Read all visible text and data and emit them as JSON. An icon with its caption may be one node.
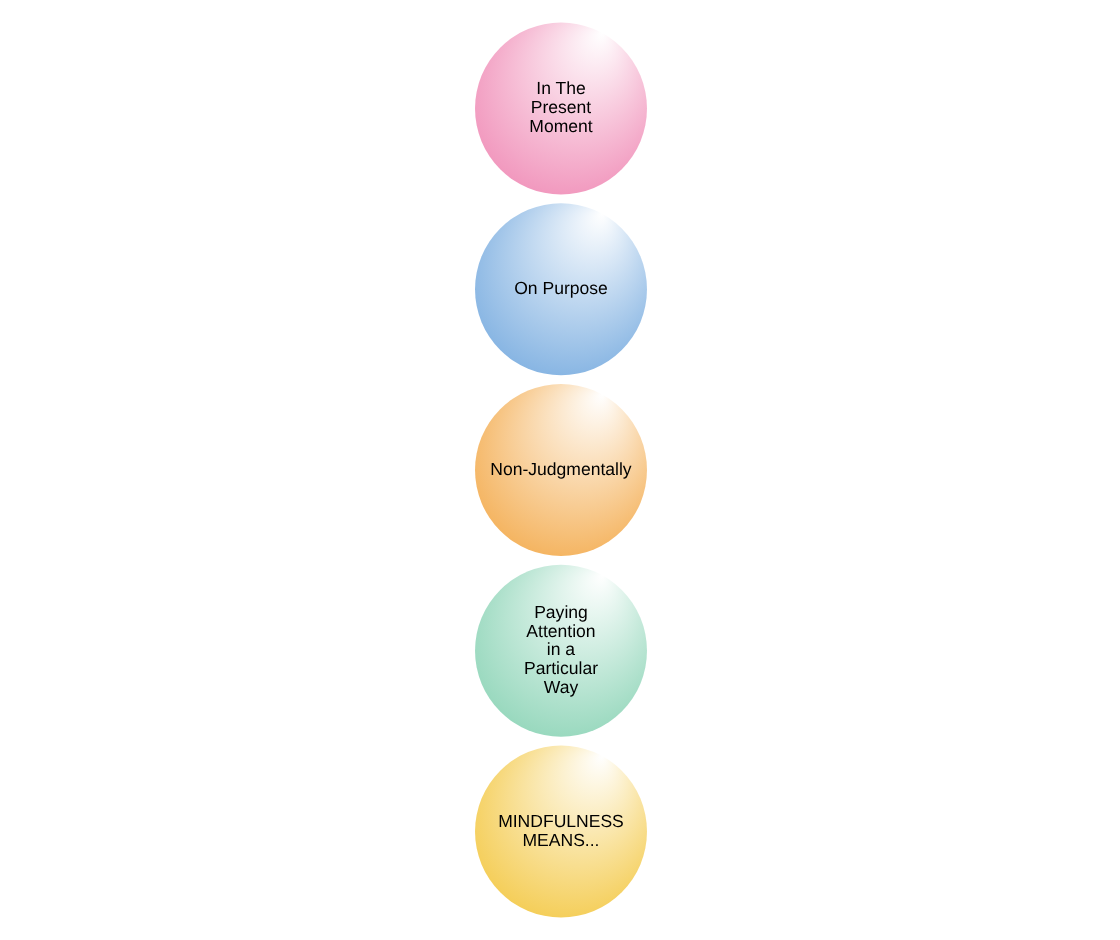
{
  "diagram": {
    "nodes": [
      {
        "text": [
          "MINDFULNESS MEANS..."
        ]
      },
      {
        "text": [
          "Paying Attention in a Particular Way"
        ]
      },
      {
        "text": [
          "Non-Judgmentally"
        ]
      },
      {
        "text": [
          "On Purpose"
        ]
      },
      {
        "text": [
          "In The Present Moment"
        ]
      }
    ]
  }
}
